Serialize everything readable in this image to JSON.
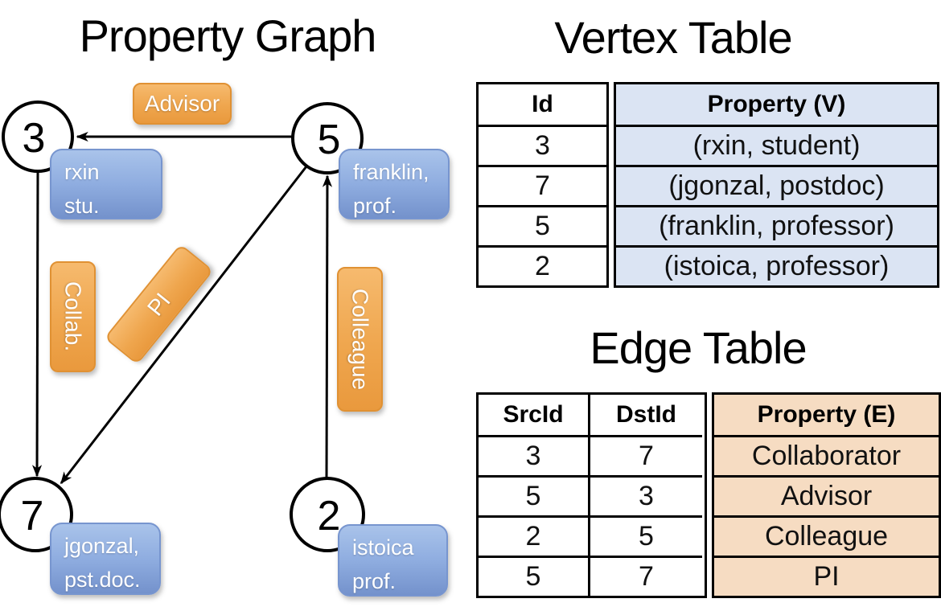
{
  "graph": {
    "title": "Property Graph",
    "nodes": {
      "n3": {
        "id": "3",
        "prop_line1": "rxin",
        "prop_line2": "stu."
      },
      "n5": {
        "id": "5",
        "prop_line1": "franklin,",
        "prop_line2": "prof."
      },
      "n7": {
        "id": "7",
        "prop_line1": "jgonzal,",
        "prop_line2": "pst.doc."
      },
      "n2": {
        "id": "2",
        "prop_line1": "istoica",
        "prop_line2": "prof."
      }
    },
    "edges": [
      {
        "from": "5",
        "to": "3",
        "label": "Advisor"
      },
      {
        "from": "3",
        "to": "7",
        "label": "Collab."
      },
      {
        "from": "5",
        "to": "7",
        "label": "PI"
      },
      {
        "from": "2",
        "to": "5",
        "label": "Colleague"
      }
    ]
  },
  "vertex_table": {
    "title": "Vertex Table",
    "columns": {
      "id": "Id",
      "property": "Property (V)"
    },
    "rows": [
      {
        "id": "3",
        "property": "(rxin, student)"
      },
      {
        "id": "7",
        "property": "(jgonzal, postdoc)"
      },
      {
        "id": "5",
        "property": "(franklin, professor)"
      },
      {
        "id": "2",
        "property": "(istoica, professor)"
      }
    ]
  },
  "edge_table": {
    "title": "Edge Table",
    "columns": {
      "src": "SrcId",
      "dst": "DstId",
      "property": "Property (E)"
    },
    "rows": [
      {
        "src": "3",
        "dst": "7",
        "property": "Collaborator"
      },
      {
        "src": "5",
        "dst": "3",
        "property": "Advisor"
      },
      {
        "src": "2",
        "dst": "5",
        "property": "Colleague"
      },
      {
        "src": "5",
        "dst": "7",
        "property": "PI"
      }
    ]
  },
  "colors": {
    "node_fill": "#ffffff",
    "line_stroke": "#000000",
    "orange_label": "#efa64e",
    "blue_label": "#8fade0",
    "vertex_property_cell": "#dbe4f3",
    "edge_property_cell": "#f6dcc2"
  }
}
